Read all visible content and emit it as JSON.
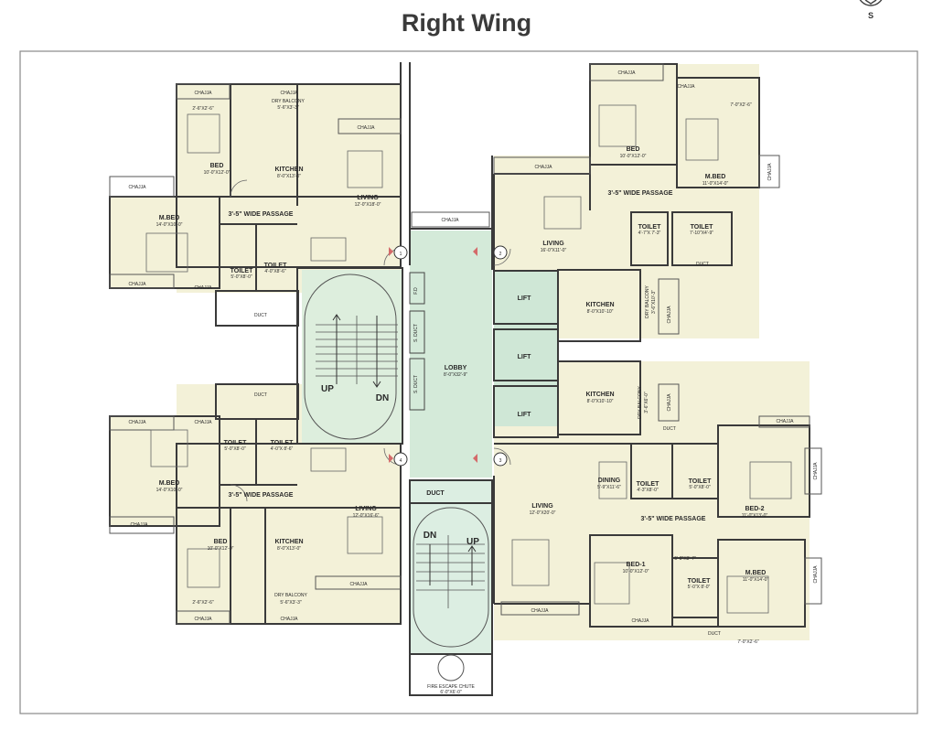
{
  "title": "Right Wing",
  "compass": {
    "letter": "S",
    "icon": "north-arrow-icon"
  },
  "colors": {
    "wall": "#3a3a3a",
    "floor": "#f3f1d8",
    "stair_fill": "#cfe7d6",
    "lobby_fill": "#d4ead9",
    "accent": "#c0392b"
  },
  "labels": {
    "chajja": "CHAJJA",
    "duct": "DUCT",
    "passage": "3'-5\" WIDE PASSAGE",
    "lift": "LIFT",
    "lobby": "LOBBY",
    "lobby_dim": "8'-0\"X32'-9\"",
    "up": "UP",
    "dn": "DN",
    "fd": "F.D",
    "s_duct": "S. DUCT",
    "fire_chute": "FIRE ESCAPE CHUTE",
    "fire_chute_dim": "6'-0\"X6'-0\"",
    "unit_numbers": [
      "1",
      "2",
      "3",
      "4"
    ]
  },
  "unit1": {
    "bed": "BED",
    "bed_dim": "10'-0\"X12'-0\"",
    "dry_balcony": "DRY BALCONY",
    "dry_balcony_dim": "5'-6\"X3'-3\"",
    "kitchen": "KITCHEN",
    "kitchen_dim": "8'-0\"X13'-0\"",
    "living": "LIVING",
    "living_dim": "12'-0\"X18'-0\"",
    "mbed": "M.BED",
    "mbed_dim": "14'-0\"X10'-0\"",
    "toilet1": "TOILET",
    "toilet1_dim": "5'-0\"X8'-0\"",
    "toilet2": "TOILET",
    "toilet2_dim": "4'-0\"X8'-6\"",
    "balcony_dim": "2'-6\"X2'-6\""
  },
  "unit2": {
    "bed": "BED",
    "bed_dim": "10'-0\"X12'-0\"",
    "mbed": "M.BED",
    "mbed_dim": "11'-0\"X14'-0\"",
    "living": "LIVING",
    "living_dim": "16'-0\"X11'-0\"",
    "toilet1": "TOILET",
    "toilet1_dim": "4'-7\"X 7'-3\"",
    "toilet2": "TOILET",
    "toilet2_dim": "7'-10\"X4'-9\"",
    "kitchen": "KITCHEN",
    "kitchen_dim": "8'-0\"X10'-10\"",
    "dry_balcony": "DRY BALCONY",
    "dry_balcony_dim": "3'-6\"X10'-3\"",
    "balcony_dim": "7'-0\"X2'-6\""
  },
  "unit3": {
    "kitchen": "KITCHEN",
    "kitchen_dim": "8'-0\"X10'-10\"",
    "dry_balcony": "DRY BALCONY",
    "dry_balcony_dim": "3'-6\"X6'-0\"",
    "dining": "DINING",
    "dining_dim": "5'-9\"X11'-6\"",
    "toilet1": "TOILET",
    "toilet1_dim": "4'-3\"X8'-0\"",
    "toilet2": "TOILET",
    "toilet2_dim": "5'-0\"X8'-0\"",
    "bed2": "BED-2",
    "bed2_dim": "11'-0\"X13'-0\"",
    "living": "LIVING",
    "living_dim": "12'-0\"X20'-0\"",
    "bed1": "BED-1",
    "bed1_dim": "10'-0\"X12'-0\"",
    "toilet3": "TOILET",
    "toilet3_dim": "5'-0\"X 8'-0\"",
    "mbed": "M.BED",
    "mbed_dim": "11'-0\"X14'-0\"",
    "small_dim": "5'-8\"X3'-7\"",
    "balcony_dim": "7'-0\"X2'-6\""
  },
  "unit4": {
    "toilet1": "TOILET",
    "toilet1_dim": "5'-0\"X8'-0\"",
    "toilet2": "TOILET",
    "toilet2_dim": "4'-0\"X 8'-6\"",
    "mbed": "M.BED",
    "mbed_dim": "14'-0\"X10'-0\"",
    "living": "LIVING",
    "living_dim": "12'-0\"X16'-6\"",
    "bed": "BED",
    "bed_dim": "10'-0\"X12'-0\"",
    "kitchen": "KITCHEN",
    "kitchen_dim": "8'-0\"X13'-0\"",
    "dry_balcony": "DRY BALCONY",
    "dry_balcony_dim": "5'-6\"X3'-3\"",
    "balcony_dim": "2'-6\"X2'-6\""
  }
}
